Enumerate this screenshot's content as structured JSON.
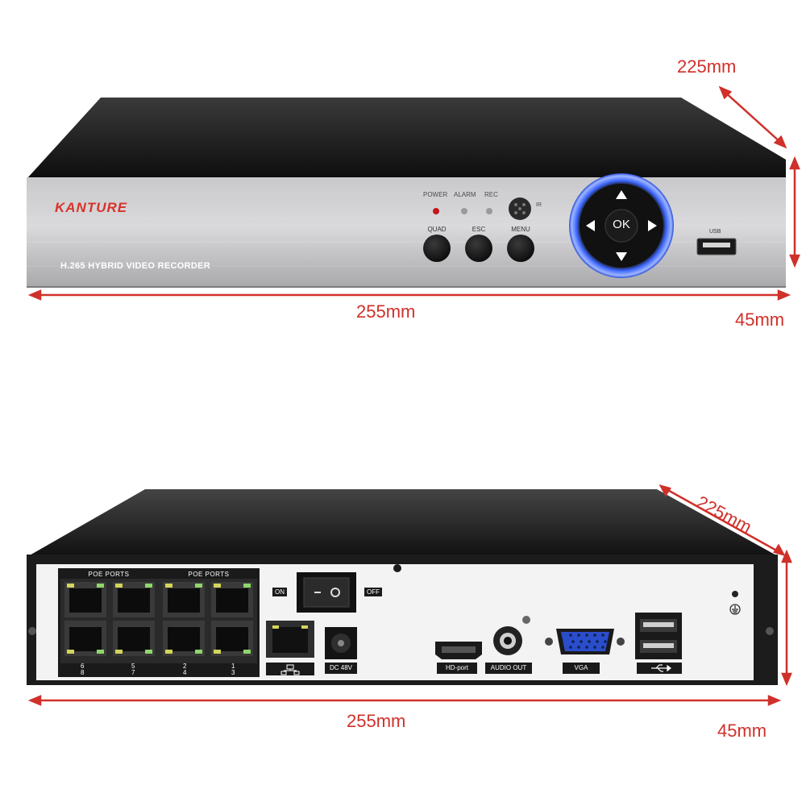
{
  "front": {
    "brand": "KANTURE",
    "model_text": "H.265 HYBRID VIDEO RECORDER",
    "led_labels": [
      "POWER",
      "ALARM",
      "REC"
    ],
    "ir_label": "IR",
    "buttons": [
      "QUAD",
      "ESC",
      "MENU"
    ],
    "ok_label": "OK",
    "usb_label": "USB"
  },
  "back": {
    "poe_header": [
      "POE PORTS",
      "POE PORTS"
    ],
    "port_numbers_top": [
      "6",
      "5",
      "2",
      "1"
    ],
    "port_numbers_bottom": [
      "8",
      "7",
      "4",
      "3"
    ],
    "switch_on": "ON",
    "switch_off": "OFF",
    "dc_label": "DC 48V",
    "hdmi_label": "HD-port",
    "audio_label": "AUDIO OUT",
    "vga_label": "VGA",
    "ground_symbol": "⏚",
    "usb_symbol": "⭍"
  },
  "dimensions": {
    "front_depth": "225mm",
    "front_width": "255mm",
    "front_height": "45mm",
    "back_depth": "225mm",
    "back_width": "255mm",
    "back_height": "45mm"
  },
  "colors": {
    "dimension": "#d0302a",
    "brand": "#d8332a",
    "ring": "#2f5bff"
  }
}
